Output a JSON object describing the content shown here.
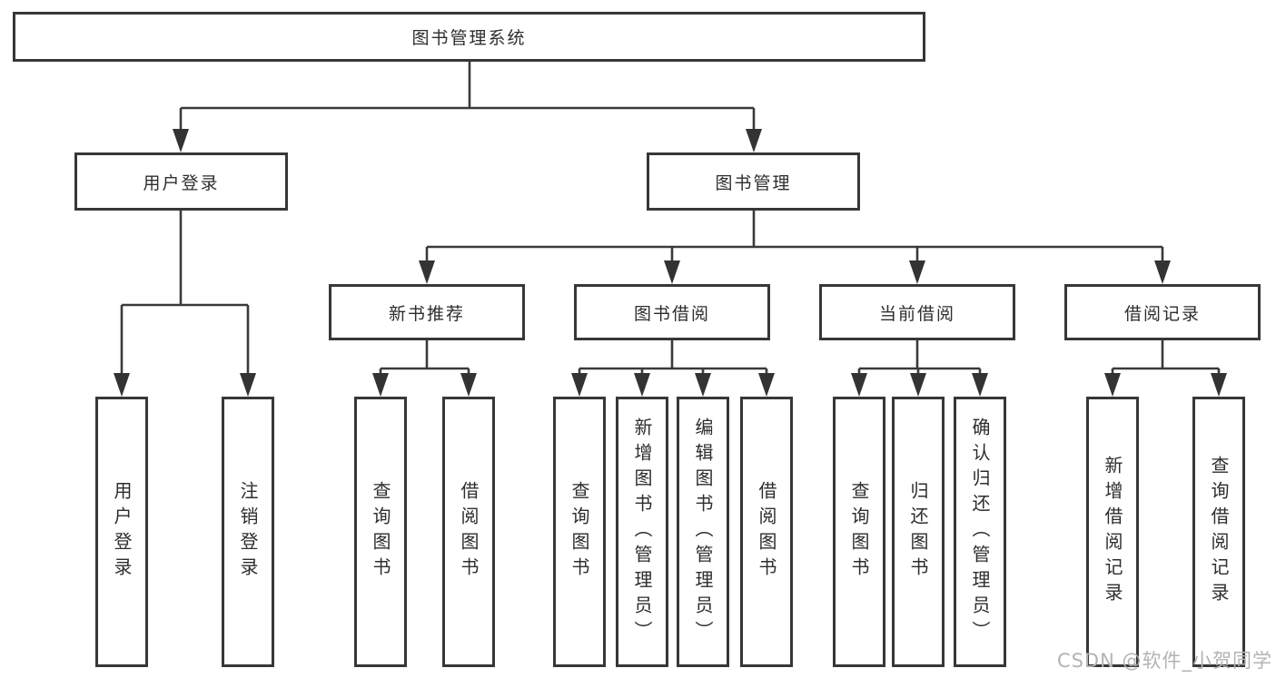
{
  "diagram": {
    "title": "图书管理系统",
    "root": {
      "label": "图书管理系统"
    },
    "level2": [
      {
        "label": "用户登录"
      },
      {
        "label": "图书管理"
      }
    ],
    "level3": [
      {
        "label": "新书推荐",
        "parent": "图书管理"
      },
      {
        "label": "图书借阅",
        "parent": "图书管理"
      },
      {
        "label": "当前借阅",
        "parent": "图书管理"
      },
      {
        "label": "借阅记录",
        "parent": "图书管理"
      }
    ],
    "leaves": [
      {
        "label": "用户登录",
        "parent": "用户登录"
      },
      {
        "label": "注销登录",
        "parent": "用户登录"
      },
      {
        "label": "查询图书",
        "parent": "新书推荐"
      },
      {
        "label": "借阅图书",
        "parent": "新书推荐"
      },
      {
        "label": "查询图书",
        "parent": "图书借阅"
      },
      {
        "label": "新增图书（管理员）",
        "parent": "图书借阅"
      },
      {
        "label": "编辑图书（管理员）",
        "parent": "图书借阅"
      },
      {
        "label": "借阅图书",
        "parent": "图书借阅"
      },
      {
        "label": "查询图书",
        "parent": "当前借阅"
      },
      {
        "label": "归还图书",
        "parent": "当前借阅"
      },
      {
        "label": "确认归还（管理员）",
        "parent": "当前借阅"
      },
      {
        "label": "新增借阅记录",
        "parent": "借阅记录"
      },
      {
        "label": "查询借阅记录",
        "parent": "借阅记录"
      }
    ]
  },
  "watermark": "CSDN @软件_小贺同学",
  "colors": {
    "line": "#3a3a3a",
    "arrow": "#333333",
    "box_border": "#373737",
    "text": "#2d2d2d",
    "watermark": "#b3b3b3",
    "background": "#ffffff"
  }
}
